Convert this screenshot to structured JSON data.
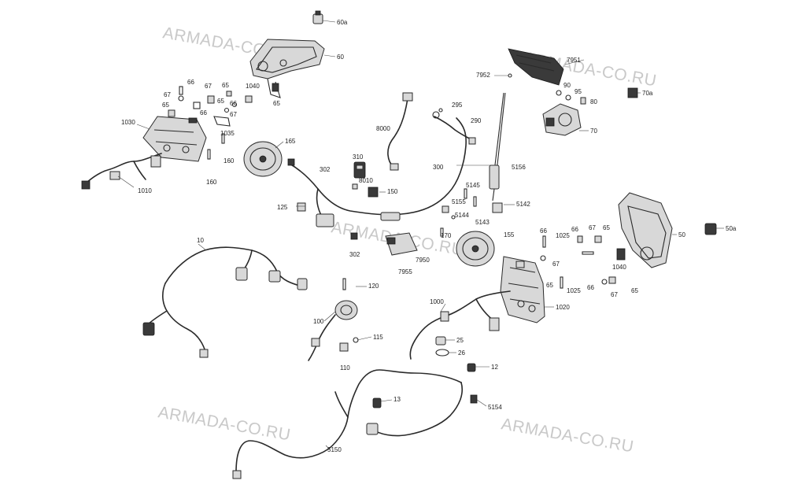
{
  "watermark": "ARMADA-CO.RU",
  "callouts": [
    {
      "id": "60a",
      "text": "60a"
    },
    {
      "id": "60",
      "text": "60"
    },
    {
      "id": "66a",
      "text": "66"
    },
    {
      "id": "67a",
      "text": "67"
    },
    {
      "id": "65a",
      "text": "65"
    },
    {
      "id": "1040a",
      "text": "1040"
    },
    {
      "id": "67b",
      "text": "67"
    },
    {
      "id": "65b",
      "text": "65"
    },
    {
      "id": "65c",
      "text": "65"
    },
    {
      "id": "66b",
      "text": "66"
    },
    {
      "id": "66c",
      "text": "66"
    },
    {
      "id": "67c",
      "text": "67"
    },
    {
      "id": "65d",
      "text": "65"
    },
    {
      "id": "1030",
      "text": "1030"
    },
    {
      "id": "1035",
      "text": "1035"
    },
    {
      "id": "165",
      "text": "165"
    },
    {
      "id": "160a",
      "text": "160"
    },
    {
      "id": "160b",
      "text": "160"
    },
    {
      "id": "1010",
      "text": "1010"
    },
    {
      "id": "8000",
      "text": "8000"
    },
    {
      "id": "295",
      "text": "295"
    },
    {
      "id": "290",
      "text": "290"
    },
    {
      "id": "310",
      "text": "310"
    },
    {
      "id": "302a",
      "text": "302"
    },
    {
      "id": "8010",
      "text": "8010"
    },
    {
      "id": "300",
      "text": "300"
    },
    {
      "id": "150",
      "text": "150"
    },
    {
      "id": "5156",
      "text": "5156"
    },
    {
      "id": "7951",
      "text": "7951"
    },
    {
      "id": "7952",
      "text": "7952"
    },
    {
      "id": "90",
      "text": "90"
    },
    {
      "id": "95",
      "text": "95"
    },
    {
      "id": "80",
      "text": "80"
    },
    {
      "id": "70a",
      "text": "70a"
    },
    {
      "id": "70",
      "text": "70"
    },
    {
      "id": "125",
      "text": "125"
    },
    {
      "id": "5145",
      "text": "5145"
    },
    {
      "id": "5155",
      "text": "5155"
    },
    {
      "id": "5144",
      "text": "5144"
    },
    {
      "id": "5143",
      "text": "5143"
    },
    {
      "id": "5142",
      "text": "5142"
    },
    {
      "id": "170",
      "text": "170"
    },
    {
      "id": "155",
      "text": "155"
    },
    {
      "id": "302b",
      "text": "302"
    },
    {
      "id": "7950",
      "text": "7950"
    },
    {
      "id": "7955",
      "text": "7955"
    },
    {
      "id": "66d",
      "text": "66"
    },
    {
      "id": "1025a",
      "text": "1025"
    },
    {
      "id": "66e",
      "text": "66"
    },
    {
      "id": "67d",
      "text": "67"
    },
    {
      "id": "65e",
      "text": "65"
    },
    {
      "id": "67e",
      "text": "67"
    },
    {
      "id": "50",
      "text": "50"
    },
    {
      "id": "50a",
      "text": "50a"
    },
    {
      "id": "1040b",
      "text": "1040"
    },
    {
      "id": "65f",
      "text": "65"
    },
    {
      "id": "1025b",
      "text": "1025"
    },
    {
      "id": "66f",
      "text": "66"
    },
    {
      "id": "67f",
      "text": "67"
    },
    {
      "id": "65g",
      "text": "65"
    },
    {
      "id": "10",
      "text": "10"
    },
    {
      "id": "120",
      "text": "120"
    },
    {
      "id": "1000",
      "text": "1000"
    },
    {
      "id": "1020",
      "text": "1020"
    },
    {
      "id": "100",
      "text": "100"
    },
    {
      "id": "115",
      "text": "115"
    },
    {
      "id": "110",
      "text": "110"
    },
    {
      "id": "25",
      "text": "25"
    },
    {
      "id": "26",
      "text": "26"
    },
    {
      "id": "12",
      "text": "12"
    },
    {
      "id": "13",
      "text": "13"
    },
    {
      "id": "5154",
      "text": "5154"
    },
    {
      "id": "5150",
      "text": "5150"
    }
  ]
}
